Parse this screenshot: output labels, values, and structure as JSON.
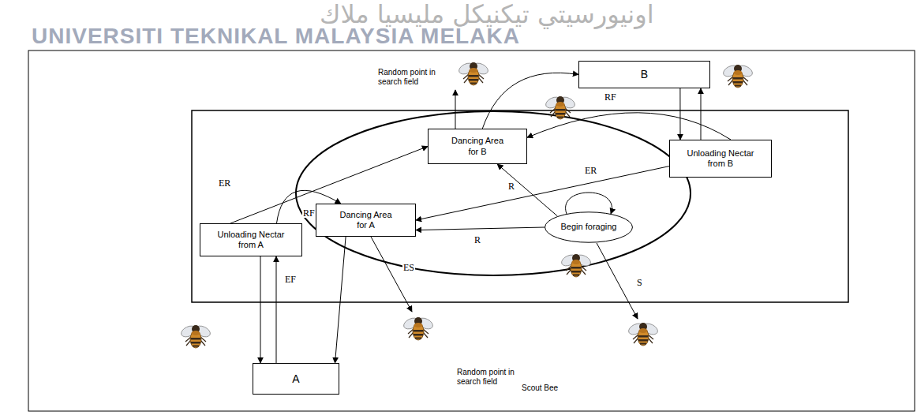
{
  "diagram": {
    "nodes": [
      {
        "text": [
          "B"
        ]
      },
      {
        "text": [
          "Dancing Area for B"
        ]
      },
      {
        "text": [
          "Unloading Nectar from B"
        ]
      },
      {
        "text": [
          "Dancing Area for A"
        ]
      },
      {
        "text": [
          "Unloading Nectar from A"
        ]
      },
      {
        "text": [
          "Begin foraging"
        ]
      },
      {
        "text": [
          "A"
        ]
      }
    ],
    "edges": [
      {
        "from": 1,
        "to": 0,
        "arrow": "to"
      },
      {
        "from": 0,
        "to": 2,
        "arrow": "to"
      },
      {
        "from": 2,
        "to": 0,
        "arrow": "to"
      },
      {
        "from": 2,
        "to": 1,
        "label": "RF",
        "arrow": "to"
      },
      {
        "from": 2,
        "to": 3,
        "label": "ER",
        "arrow": "to"
      },
      {
        "from": 5,
        "to": 1,
        "label": "R",
        "arrow": "to"
      },
      {
        "from": 5,
        "to": 3,
        "label": "R",
        "arrow": "to"
      },
      {
        "from": 4,
        "to": 1,
        "label": "ER",
        "arrow": "to"
      },
      {
        "from": 4,
        "to": 3,
        "label": "RF",
        "arrow": "to"
      },
      {
        "from": 6,
        "to": 4,
        "label": "EF",
        "arrow": "to"
      },
      {
        "from": 4,
        "to": 6,
        "arrow": "to"
      },
      {
        "from": 3,
        "to": 6,
        "arrow": "to"
      }
    ],
    "labels": [
      "اونيورسيتي تيكنيكل مليسيا ملاك",
      "UNIVERSITI TEKNIKAL MALAYSIA MELAKA",
      "Random point in search field",
      "Random point in search field",
      "Scout Bee",
      "ES",
      "S"
    ]
  }
}
